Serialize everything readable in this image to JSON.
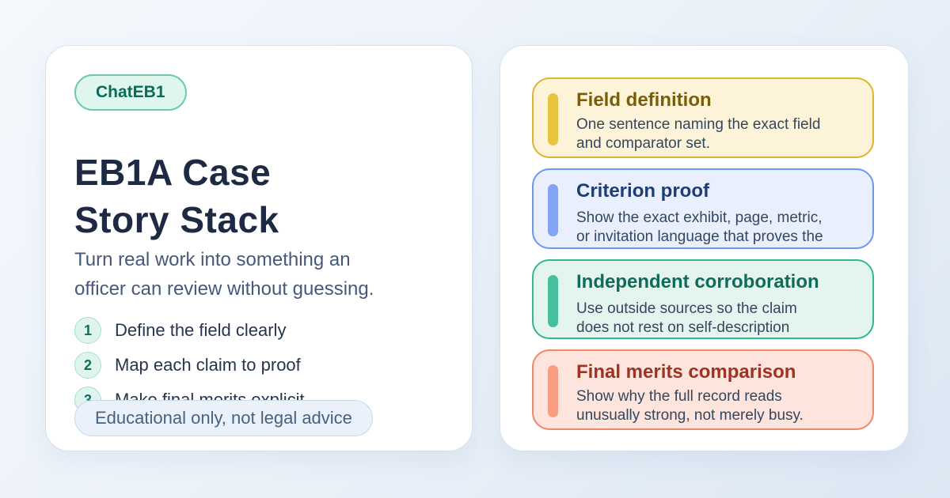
{
  "page": {
    "background_gradient": [
      "#f4f8fd",
      "#dce7f3"
    ],
    "panel_background": "#ffffff",
    "panel_border": "#d7e2f1"
  },
  "left_panel": {
    "badge": {
      "label": "ChatEB1",
      "text_color": "#0b6a58",
      "background": "#dff6ee",
      "border": "#6fc7b2"
    },
    "title": "EB1A Case\nStory Stack",
    "title_color": "#1e2a44",
    "subtitle": "Turn real work into something an\nofficer can review without guessing.",
    "subtitle_color": "#46597b",
    "steps": [
      {
        "num": "1",
        "label": "Define the field clearly"
      },
      {
        "num": "2",
        "label": "Map each claim to proof"
      },
      {
        "num": "3",
        "label": "Make final merits explicit"
      }
    ],
    "step_badge": {
      "background": "#dff4ec",
      "border": "#a8dfcc",
      "number_color": "#0e6e5a"
    },
    "disclaimer": "Educational only, not legal advice",
    "disclaimer_colors": {
      "background": "#eaf1fa",
      "border": "#c8d9ec",
      "text": "#48617e"
    }
  },
  "right_panel": {
    "body_text_color": "#33475f",
    "cards": [
      {
        "title": "Field definition",
        "body": "One sentence naming the exact field\nand comparator set.",
        "background": "#fcf3d9",
        "border": "#e0b42d",
        "bar": "#e8c33e",
        "title_color": "#7a5e07"
      },
      {
        "title": "Criterion proof",
        "body": "Show the exact exhibit, page, metric,\nor invitation language that proves the",
        "background": "#e9effc",
        "border": "#6d96f2",
        "bar": "#83a3f5",
        "title_color": "#1f3c77"
      },
      {
        "title": "Independent corroboration",
        "body": "Use outside sources so the claim\ndoes not rest on self-description",
        "background": "#e3f5ee",
        "border": "#35b692",
        "bar": "#45bf9e",
        "title_color": "#0f6b5a"
      },
      {
        "title": "Final merits comparison",
        "body": "Show why the full record reads\nunusually strong, not merely busy.",
        "background": "#fde4dc",
        "border": "#f0876a",
        "bar": "#f89d81",
        "title_color": "#9e3323"
      }
    ]
  }
}
